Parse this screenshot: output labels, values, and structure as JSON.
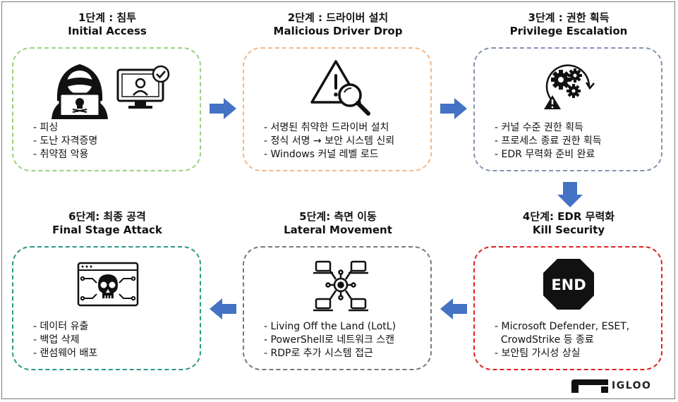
{
  "steps": [
    {
      "title_ko": "1단계 : 침투",
      "title_en": "Initial Access",
      "items": [
        "피싱",
        "도난 자격증명",
        "취약점 악용"
      ]
    },
    {
      "title_ko": "2단계 : 드라이버 설치",
      "title_en": "Malicious Driver Drop",
      "items": [
        "서명된 취약한 드라이버 설치",
        "정식 서명 → 보안 시스템 신뢰",
        "Windows 커널 레벨 로드"
      ]
    },
    {
      "title_ko": "3단계 : 권한 획득",
      "title_en": "Privilege Escalation",
      "items": [
        "커널 수준 권한 획득",
        "프로세스 종료 권한 획득",
        "EDR 무력화 준비 완료"
      ]
    },
    {
      "title_ko": "4단계: EDR 무력화",
      "title_en": "Kill Security",
      "items": [
        "Microsoft Defender, ESET,",
        "CrowdStrike 등 종료",
        "보안팀 가시성 상실"
      ]
    },
    {
      "title_ko": "5단계: 측면 이동",
      "title_en": "Lateral Movement",
      "items": [
        "Living Off the Land (LotL)",
        "PowerShell로 네트워크 스캔",
        "RDP로 추가 시스템 접근"
      ]
    },
    {
      "title_ko": "6단계: 최종 공격",
      "title_en": "Final Stage Attack",
      "items": [
        "데이터 유출",
        "백업 삭제",
        "랜섬웨어 배포"
      ]
    }
  ],
  "end_badge": "END",
  "logo_text": "IGLOO",
  "colors": {
    "step1": "#9ed07d",
    "step2": "#f2b98a",
    "step3": "#8593b0",
    "step4": "#e02020",
    "step5": "#7a7a7a",
    "step6": "#2a9a86",
    "arrow": "#4472c4"
  },
  "icons": [
    "hacker-laptop-icon",
    "verified-user-monitor-icon",
    "warning-magnifier-icon",
    "gears-warning-icon",
    "end-octagon-icon",
    "network-hub-icon",
    "skull-circuit-icon"
  ]
}
